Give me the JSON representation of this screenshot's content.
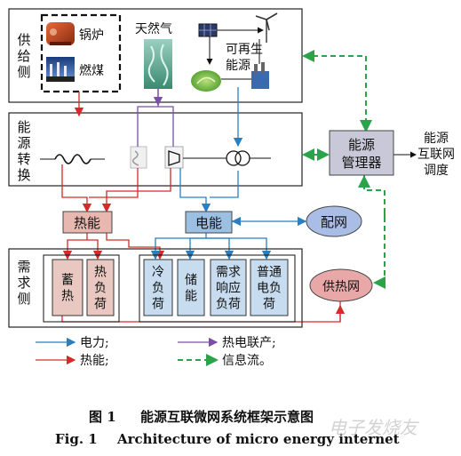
{
  "supply": {
    "label_chars": [
      "供",
      "给",
      "侧"
    ],
    "boiler": "锅炉",
    "coal": "燃煤",
    "gas": "天然气",
    "renewable_line1": "可再生",
    "renewable_line2": "能源"
  },
  "conversion": {
    "label_chars": [
      "能",
      "源",
      "转",
      "换"
    ]
  },
  "hubs": {
    "thermal": "热能",
    "electric": "电能",
    "grid": "配网",
    "heat_grid": "供热网"
  },
  "manager": {
    "line1": "能源",
    "line2": "管理器",
    "dispatch_line1": "能源",
    "dispatch_line2": "互联网",
    "dispatch_line3": "调度"
  },
  "demand": {
    "label_chars": [
      "需",
      "求",
      "侧"
    ],
    "loads": [
      {
        "lines": [
          "蓄",
          "热"
        ]
      },
      {
        "lines": [
          "热",
          "负",
          "荷"
        ]
      },
      {
        "lines": [
          "冷",
          "负",
          "荷"
        ]
      },
      {
        "lines": [
          "储",
          "能"
        ]
      },
      {
        "lines": [
          "需求",
          "响应",
          "负荷"
        ]
      },
      {
        "lines": [
          "普通",
          "电负",
          "荷"
        ]
      }
    ]
  },
  "legend": {
    "power": "电力;",
    "chp": "热电联产;",
    "heat": "热能;",
    "info": "信息流。"
  },
  "caption": {
    "cn_label": "图 1",
    "cn_title": "能源互联微网系统框架示意图",
    "en_label": "Fig. 1",
    "en_title": "Architecture of micro energy internet"
  },
  "watermark": "电子发烧友",
  "colors": {
    "power": "#2a7fc0",
    "chp": "#7b4fa8",
    "heat": "#d42a2a",
    "info": "#2aa34a",
    "thermal_fill": "#e8b8b0",
    "electric_fill": "#9cc0e4",
    "grid_fill": "#aabde6",
    "heatgrid_fill": "#e8a8a8",
    "manager_fill": "#c8c8d8"
  }
}
